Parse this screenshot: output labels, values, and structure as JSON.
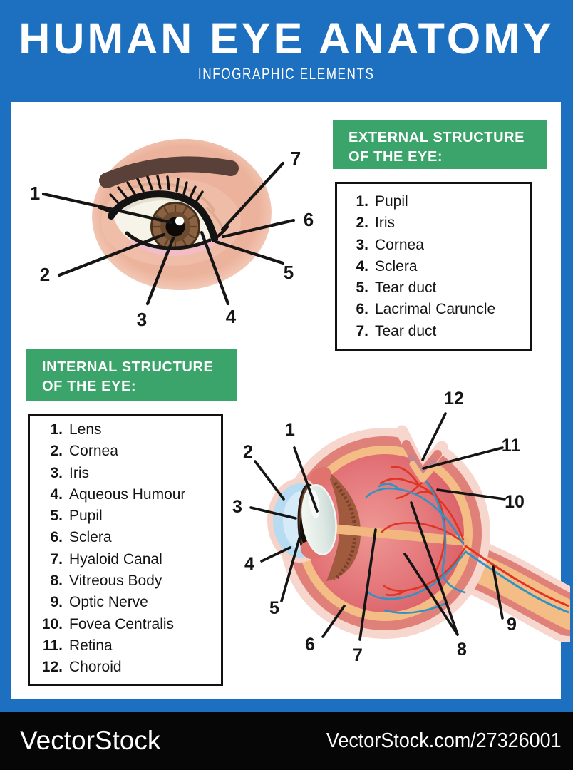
{
  "page": {
    "title": "HUMAN EYE ANATOMY",
    "subtitle": "INFOGRAPHIC ELEMENTS"
  },
  "colors": {
    "accent_blue": "#1d6fc0",
    "accent_green": "#3ba46a",
    "footer_bg": "#060606",
    "skin": "#ecb29b",
    "eyebrow": "#594038",
    "iris_brown": "#8a6243",
    "sclera_layer_pale": "#f7d6cd",
    "sclera_layer_rose": "#e08179",
    "choroid_orange": "#f4bd85",
    "vitreous_red": "#e0696f",
    "cornea_blue": "#b7dcf2",
    "vessel_red": "#e03424",
    "vessel_blue": "#2f93c5"
  },
  "external_section": {
    "heading_line1": "EXTERNAL STRUCTURE",
    "heading_line2": "OF THE EYE:",
    "items": [
      {
        "n": "1.",
        "label": "Pupil"
      },
      {
        "n": "2.",
        "label": "Iris"
      },
      {
        "n": "3.",
        "label": "Cornea"
      },
      {
        "n": "4.",
        "label": "Sclera"
      },
      {
        "n": "5.",
        "label": "Tear duct"
      },
      {
        "n": "6.",
        "label": "Lacrimal Caruncle"
      },
      {
        "n": "7.",
        "label": "Tear duct"
      }
    ],
    "diagram_labels": [
      "1",
      "2",
      "3",
      "4",
      "5",
      "6",
      "7"
    ]
  },
  "internal_section": {
    "heading_line1": "INTERNAL STRUCTURE",
    "heading_line2": "OF THE EYE:",
    "items": [
      {
        "n": "1.",
        "label": "Lens"
      },
      {
        "n": "2.",
        "label": "Cornea"
      },
      {
        "n": "3.",
        "label": "Iris"
      },
      {
        "n": "4.",
        "label": "Aqueous Humour"
      },
      {
        "n": "5.",
        "label": "Pupil"
      },
      {
        "n": "6.",
        "label": "Sclera"
      },
      {
        "n": "7.",
        "label": "Hyaloid Canal"
      },
      {
        "n": "8.",
        "label": "Vitreous Body"
      },
      {
        "n": "9.",
        "label": "Optic Nerve"
      },
      {
        "n": "10.",
        "label": "Fovea Centralis"
      },
      {
        "n": "11.",
        "label": "Retina"
      },
      {
        "n": "12.",
        "label": "Choroid"
      }
    ],
    "diagram_labels": [
      "1",
      "2",
      "3",
      "4",
      "5",
      "6",
      "7",
      "8",
      "9",
      "10",
      "11",
      "12"
    ]
  },
  "footer": {
    "brand": "VectorStock",
    "attribution": "VectorStock.com/27326001"
  }
}
